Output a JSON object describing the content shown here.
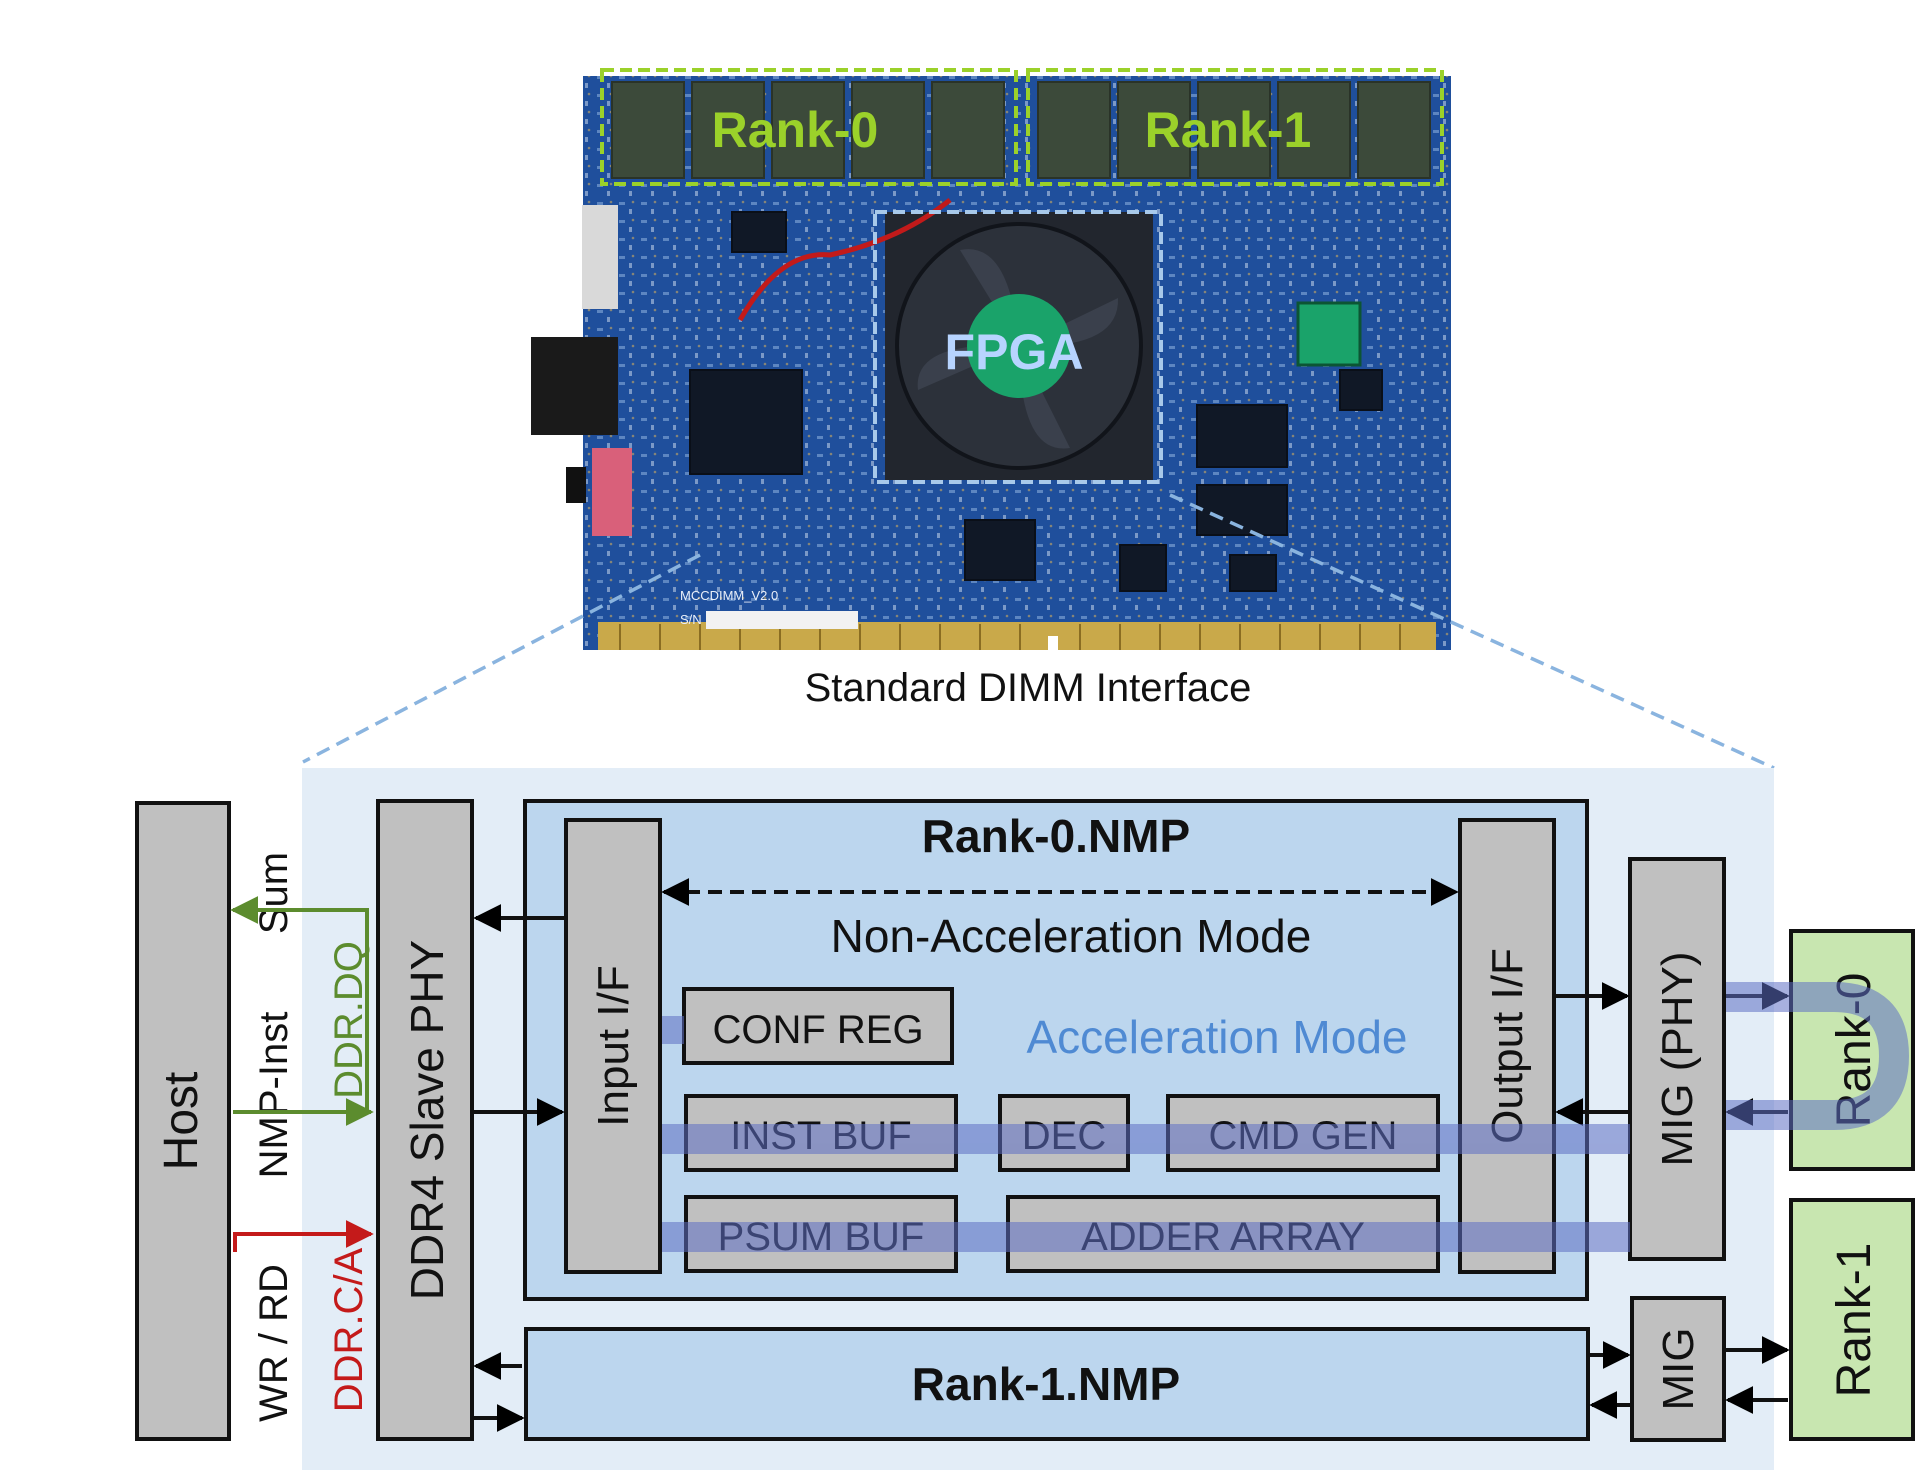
{
  "photo": {
    "rank0_label": "Rank-0",
    "rank1_label": "Rank-1",
    "fpga_label": "FPGA",
    "silkscreen_model": "MCCDIMM_V2.0",
    "silkscreen_sn": "S/N",
    "caption": "Standard DIMM Interface"
  },
  "diagram": {
    "host": "Host",
    "sum": "Sum",
    "nmp_inst": "NMP-Inst",
    "wr_rd": "WR / RD",
    "ddr_dq": "DDR.DQ",
    "ddr_ca": "DDR.C/A",
    "ddr4_phy": "DDR4 Slave PHY",
    "rank0_nmp": "Rank-0.NMP",
    "non_accel_mode": "Non-Acceleration Mode",
    "accel_mode": "Acceleration Mode",
    "input_if": "Input I/F",
    "output_if": "Output I/F",
    "conf_reg": "CONF REG",
    "inst_buf": "INST BUF",
    "dec": "DEC",
    "cmd_gen": "CMD GEN",
    "psum_buf": "PSUM BUF",
    "adder_array": "ADDER ARRAY",
    "mig_phy": "MIG (PHY)",
    "mig": "MIG",
    "rank0": "Rank-0",
    "rank1": "Rank-1",
    "rank1_nmp": "Rank-1.NMP"
  },
  "colors": {
    "board_blue": "#1f4f9c",
    "rank_highlight": "#9bd12a",
    "fpga_label": "#b7d4ff",
    "panel_bg": "#e3edf7",
    "nmp_bg": "#bcd6ee",
    "block_gray": "#c0c0c0",
    "rank_green": "#c8e6b0",
    "accel_blue": "#4f8ad3",
    "dq_green": "#5c8c2e",
    "ca_red": "#c41a1a",
    "dataflow_band": "#7b87cc"
  }
}
